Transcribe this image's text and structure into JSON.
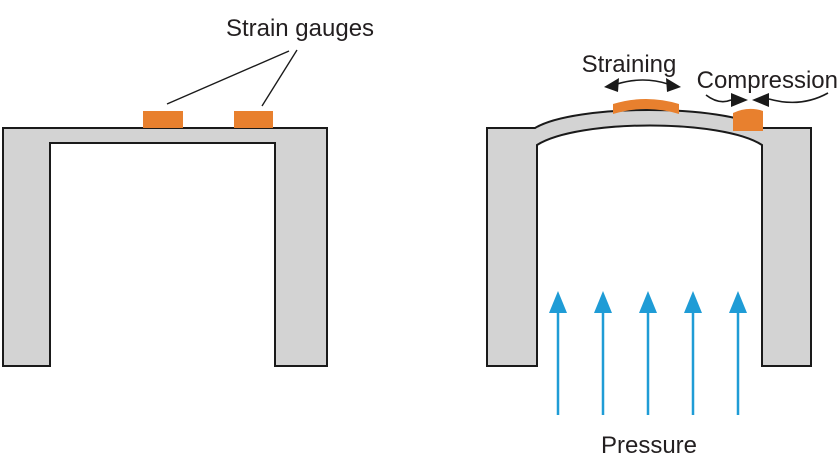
{
  "diagram": {
    "left_figure": {
      "label_strain_gauges": "Strain gauges",
      "gauge_count": 2
    },
    "right_figure": {
      "label_straining": "Straining",
      "label_compression": "Compression",
      "label_pressure": "Pressure",
      "pressure_arrow_count": 5
    }
  },
  "colors": {
    "background": "#ffffff",
    "structure_fill": "#d3d3d3",
    "structure_outline": "#1a1a1a",
    "gauge_orange": "#e8802e",
    "pressure_arrow_blue": "#1f9cd6",
    "label_text": "#231f20"
  }
}
